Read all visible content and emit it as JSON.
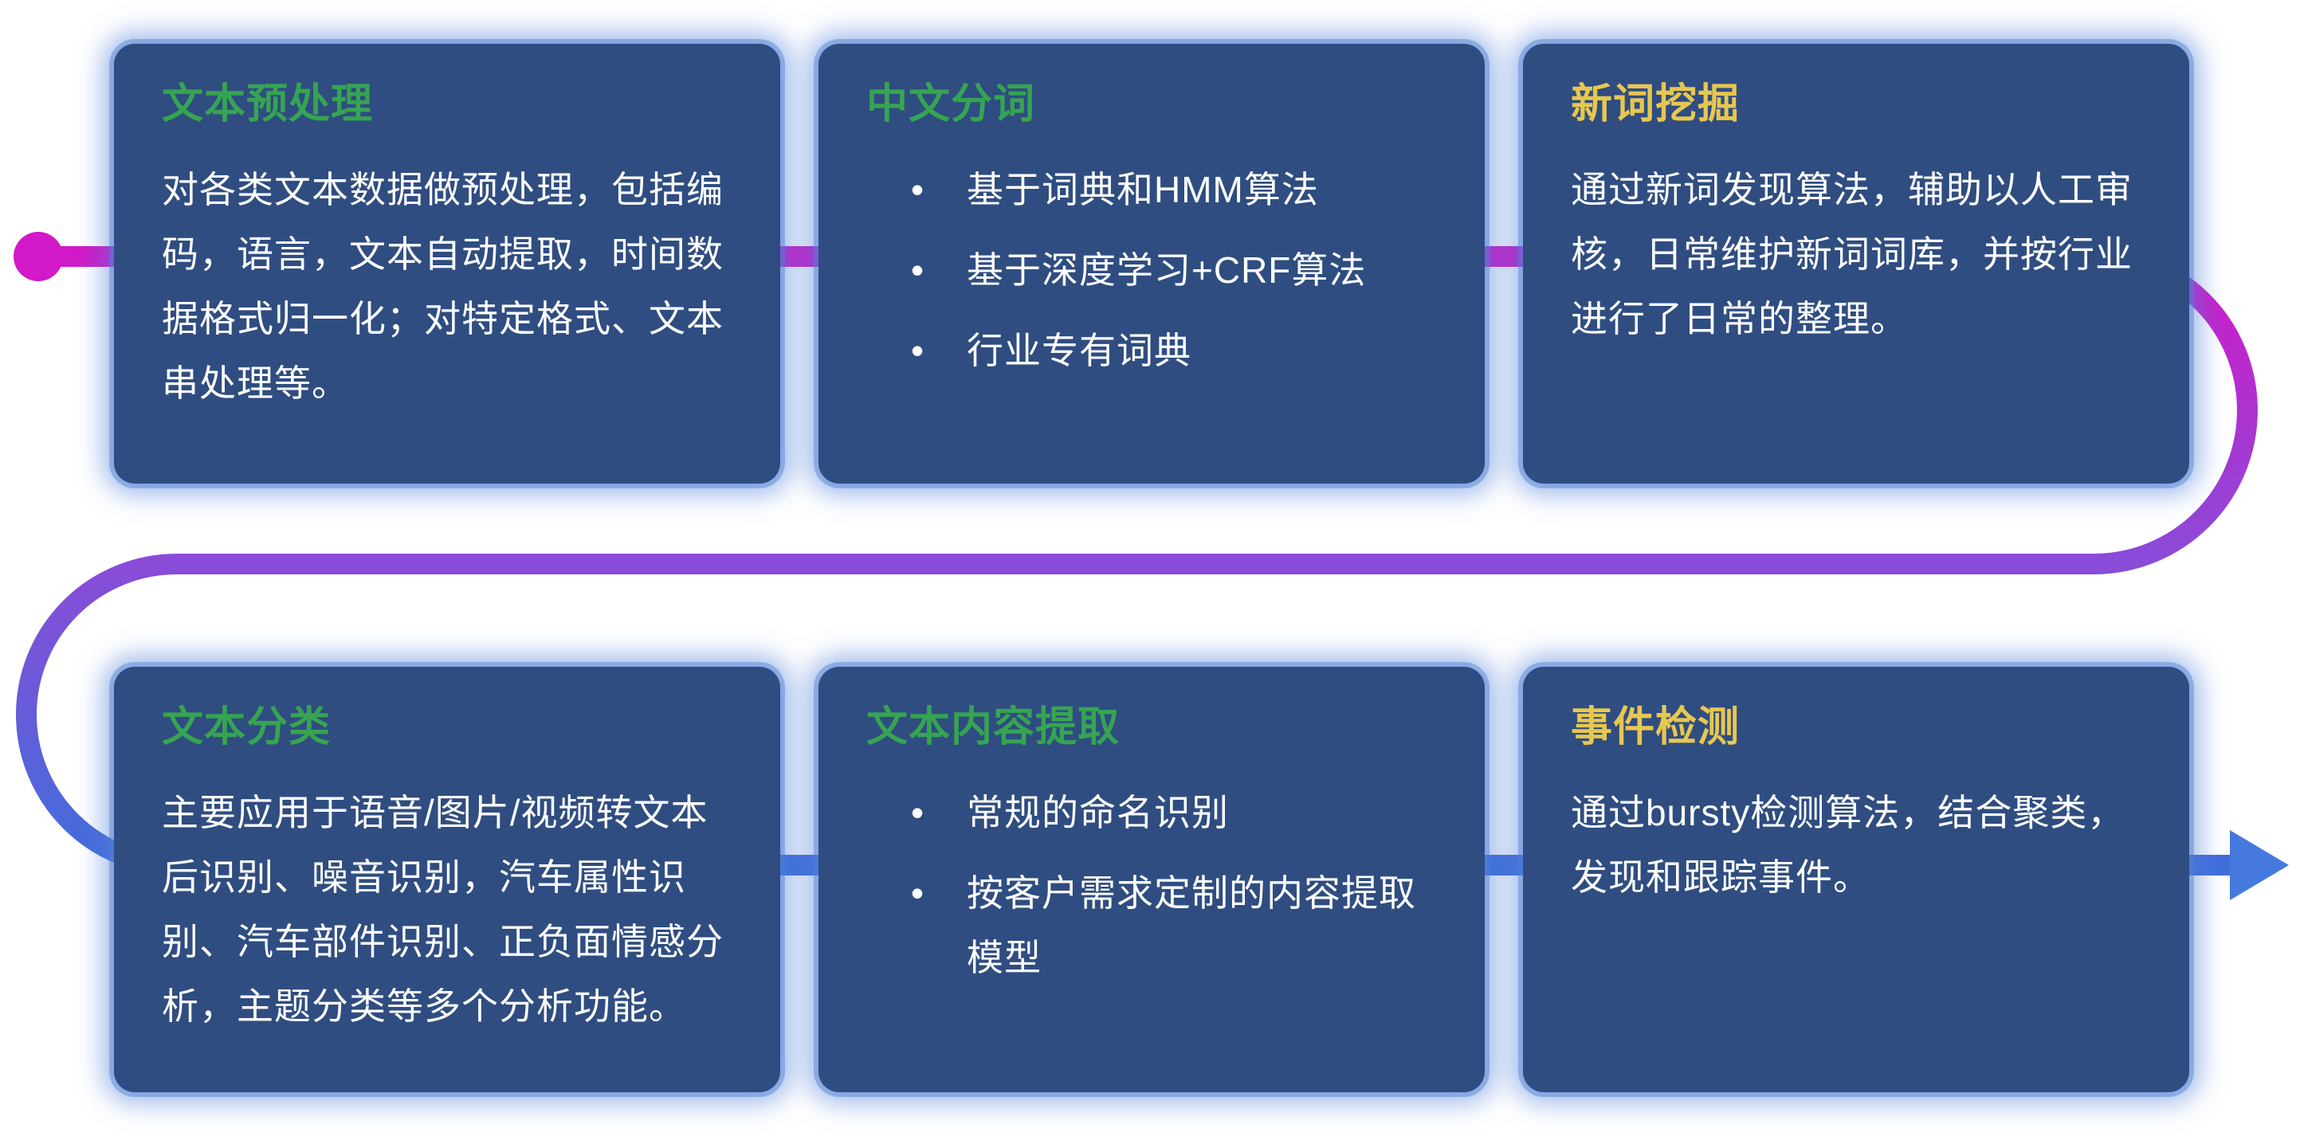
{
  "theme": {
    "background": "#ffffff",
    "card_bg": "#2f4d80",
    "card_glow": "#5080d8",
    "title_green": "#36a452",
    "title_yellow": "#e7c750",
    "body_text": "#ffffff",
    "flow_start": "#d318c7",
    "flow_mid": "#8a4bd8",
    "flow_end": "#3e6fda",
    "flow_arrow": "#4679dd"
  },
  "diagram": {
    "name": "nlp-text-processing-pipeline"
  },
  "cards": [
    {
      "id": "text-preprocessing",
      "title": "文本预处理",
      "title_color": "green",
      "body": "对各类文本数据做预处理，包括编码，语言，文本自动提取，时间数据格式归一化；对特定格式、文本串处理等。"
    },
    {
      "id": "chinese-word-segmentation",
      "title": "中文分词",
      "title_color": "green",
      "bullets": [
        "基于词典和HMM算法",
        "基于深度学习+CRF算法",
        "行业专有词典"
      ]
    },
    {
      "id": "new-word-mining",
      "title": "新词挖掘",
      "title_color": "yellow",
      "body": "通过新词发现算法，辅助以人工审核，日常维护新词词库，并按行业进行了日常的整理。"
    },
    {
      "id": "text-classification",
      "title": "文本分类",
      "title_color": "green",
      "body": "主要应用于语音/图片/视频转文本后识别、噪音识别，汽车属性识别、汽车部件识别、正负面情感分析，主题分类等多个分析功能。"
    },
    {
      "id": "text-content-extraction",
      "title": "文本内容提取",
      "title_color": "green",
      "bullets": [
        "常规的命名识别",
        "按客户需求定制的内容提取模型"
      ]
    },
    {
      "id": "event-detection",
      "title": "事件检测",
      "title_color": "yellow",
      "body": "通过bursty检测算法，结合聚类，发现和跟踪事件。"
    }
  ]
}
